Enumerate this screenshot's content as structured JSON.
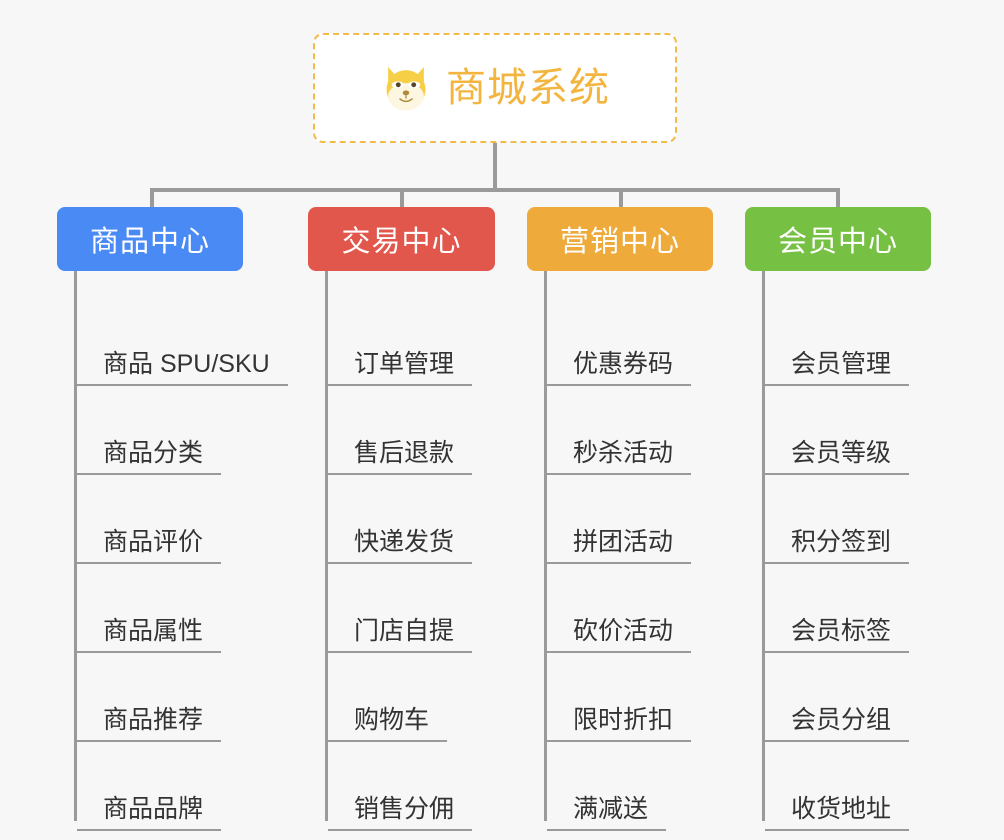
{
  "root": {
    "title": "商城系统",
    "icon": "shiba-dog-face-icon",
    "border_color": "#f3b949",
    "text_color": "#f3b53f",
    "background": "#ffffff"
  },
  "canvas": {
    "background": "#f7f7f7",
    "connector_color": "#9a9a9a"
  },
  "branches": [
    {
      "title": "商品中心",
      "color": "#4a8af4",
      "items": [
        "商品 SPU/SKU",
        "商品分类",
        "商品评价",
        "商品属性",
        "商品推荐",
        "商品品牌"
      ]
    },
    {
      "title": "交易中心",
      "color": "#e2574c",
      "items": [
        "订单管理",
        "售后退款",
        "快递发货",
        "门店自提",
        "购物车",
        "销售分佣"
      ]
    },
    {
      "title": "营销中心",
      "color": "#eeab3c",
      "items": [
        "优惠券码",
        "秒杀活动",
        "拼团活动",
        "砍价活动",
        "限时折扣",
        "满减送"
      ]
    },
    {
      "title": "会员中心",
      "color": "#76c043",
      "items": [
        "会员管理",
        "会员等级",
        "积分签到",
        "会员标签",
        "会员分组",
        "收货地址"
      ]
    }
  ]
}
